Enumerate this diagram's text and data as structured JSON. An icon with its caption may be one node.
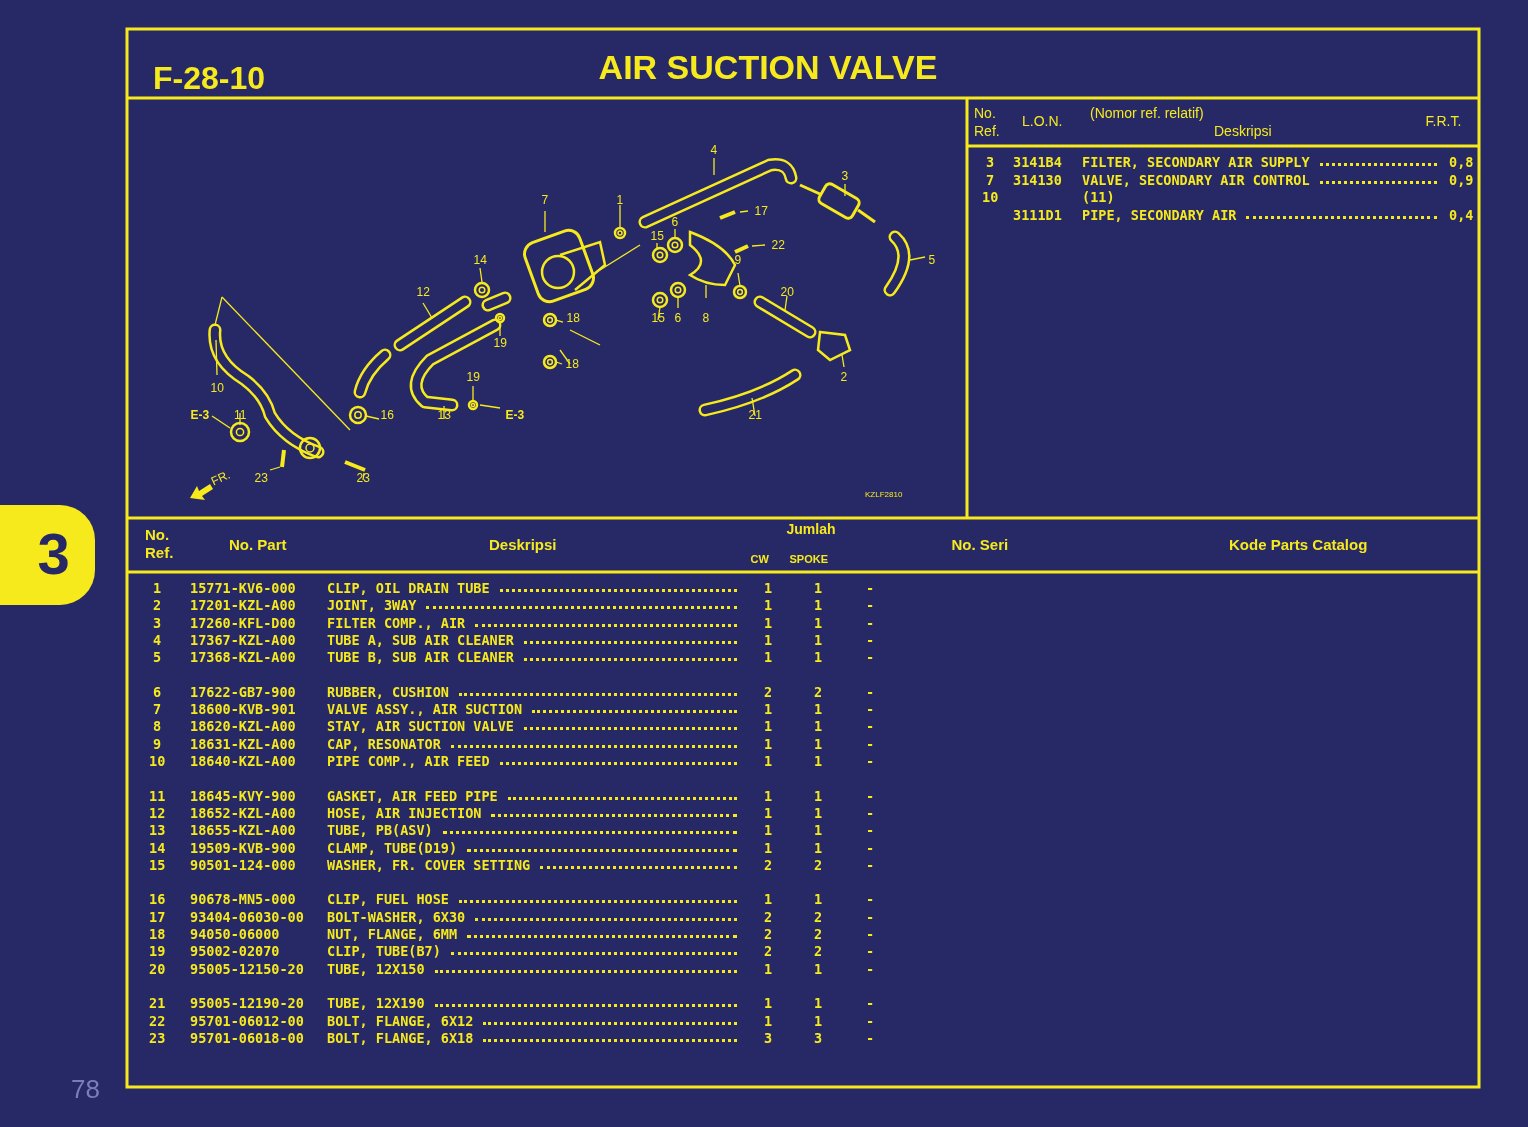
{
  "diagram": {
    "title": "AIR SUCTION VALVE",
    "labels": [
      "F-28-10",
      "3",
      "4",
      "3",
      "7",
      "1",
      "17",
      "6",
      "15",
      "22",
      "14",
      "9",
      "5",
      "12",
      "20",
      "18",
      "15",
      "6",
      "8",
      "19",
      "18",
      "19",
      "2",
      "10",
      "E-3",
      "11",
      "16",
      "13",
      "E-3",
      "21",
      "FR.",
      "23",
      "23",
      "KZLF2810",
      "No. Ref.",
      "L.O.N.",
      "(Nomor ref. relatif)",
      "Deskripsi",
      "F.R.T.",
      "3",
      "3141B4",
      "FILTER, SECONDARY AIR SUPPLY",
      "0,8",
      "7",
      "314130",
      "VALVE, SECONDARY AIR CONTROL",
      "0,9",
      "10",
      "(11)",
      "3111D1",
      "PIPE, SECONDARY AIR",
      "0,4",
      "No. Ref.",
      "No. Part",
      "Deskripsi",
      "Jumlah",
      "CW",
      "SPOKE",
      "No. Seri",
      "Kode Parts Catalog",
      "1",
      "15771-KV6-000",
      "CLIP, OIL DRAIN TUBE",
      "1",
      "1",
      "-",
      "2",
      "17201-KZL-A00",
      "JOINT, 3WAY",
      "1",
      "1",
      "-",
      "3",
      "17260-KFL-D00",
      "FILTER COMP., AIR",
      "1",
      "1",
      "-",
      "4",
      "17367-KZL-A00",
      "TUBE A, SUB AIR CLEANER",
      "1",
      "1",
      "-",
      "5",
      "17368-KZL-A00",
      "TUBE B, SUB AIR CLEANER",
      "1",
      "1",
      "-",
      "6",
      "17622-GB7-900",
      "RUBBER, CUSHION",
      "2",
      "2",
      "-",
      "7",
      "18600-KVB-901",
      "VALVE ASSY., AIR SUCTION",
      "1",
      "1",
      "-",
      "8",
      "18620-KZL-A00",
      "STAY, AIR SUCTION VALVE",
      "1",
      "1",
      "-",
      "9",
      "18631-KZL-A00",
      "CAP, RESONATOR",
      "1",
      "1",
      "-",
      "10",
      "18640-KZL-A00",
      "PIPE COMP., AIR FEED",
      "1",
      "1",
      "-",
      "11",
      "18645-KVY-900",
      "GASKET, AIR FEED PIPE",
      "1",
      "1",
      "-",
      "12",
      "18652-KZL-A00",
      "HOSE, AIR INJECTION",
      "1",
      "1",
      "-",
      "13",
      "18655-KZL-A00",
      "TUBE, PB(ASV)",
      "1",
      "1",
      "-",
      "14",
      "19509-KVB-900",
      "CLAMP, TUBE(D19)",
      "1",
      "1",
      "-",
      "15",
      "90501-124-000",
      "WASHER, FR. COVER SETTING",
      "2",
      "2",
      "-",
      "16",
      "90678-MN5-000",
      "CLIP, FUEL HOSE",
      "1",
      "1",
      "-",
      "17",
      "93404-06030-00",
      "BOLT-WASHER, 6X30",
      "2",
      "2",
      "-",
      "18",
      "94050-06000",
      "NUT, FLANGE, 6MM",
      "2",
      "2",
      "-",
      "19",
      "95002-02070",
      "CLIP, TUBE(B7)",
      "2",
      "2",
      "-",
      "20",
      "95005-12150-20",
      "TUBE, 12X150",
      "1",
      "1",
      "-",
      "21",
      "95005-12190-20",
      "TUBE, 12X190",
      "1",
      "1",
      "-",
      "22",
      "95701-06012-00",
      "BOLT, FLANGE, 6X12",
      "1",
      "1",
      "-",
      "23",
      "95701-06018-00",
      "BOLT, FLANGE, 6X18",
      "3",
      "3",
      "-",
      "78"
    ]
  }
}
